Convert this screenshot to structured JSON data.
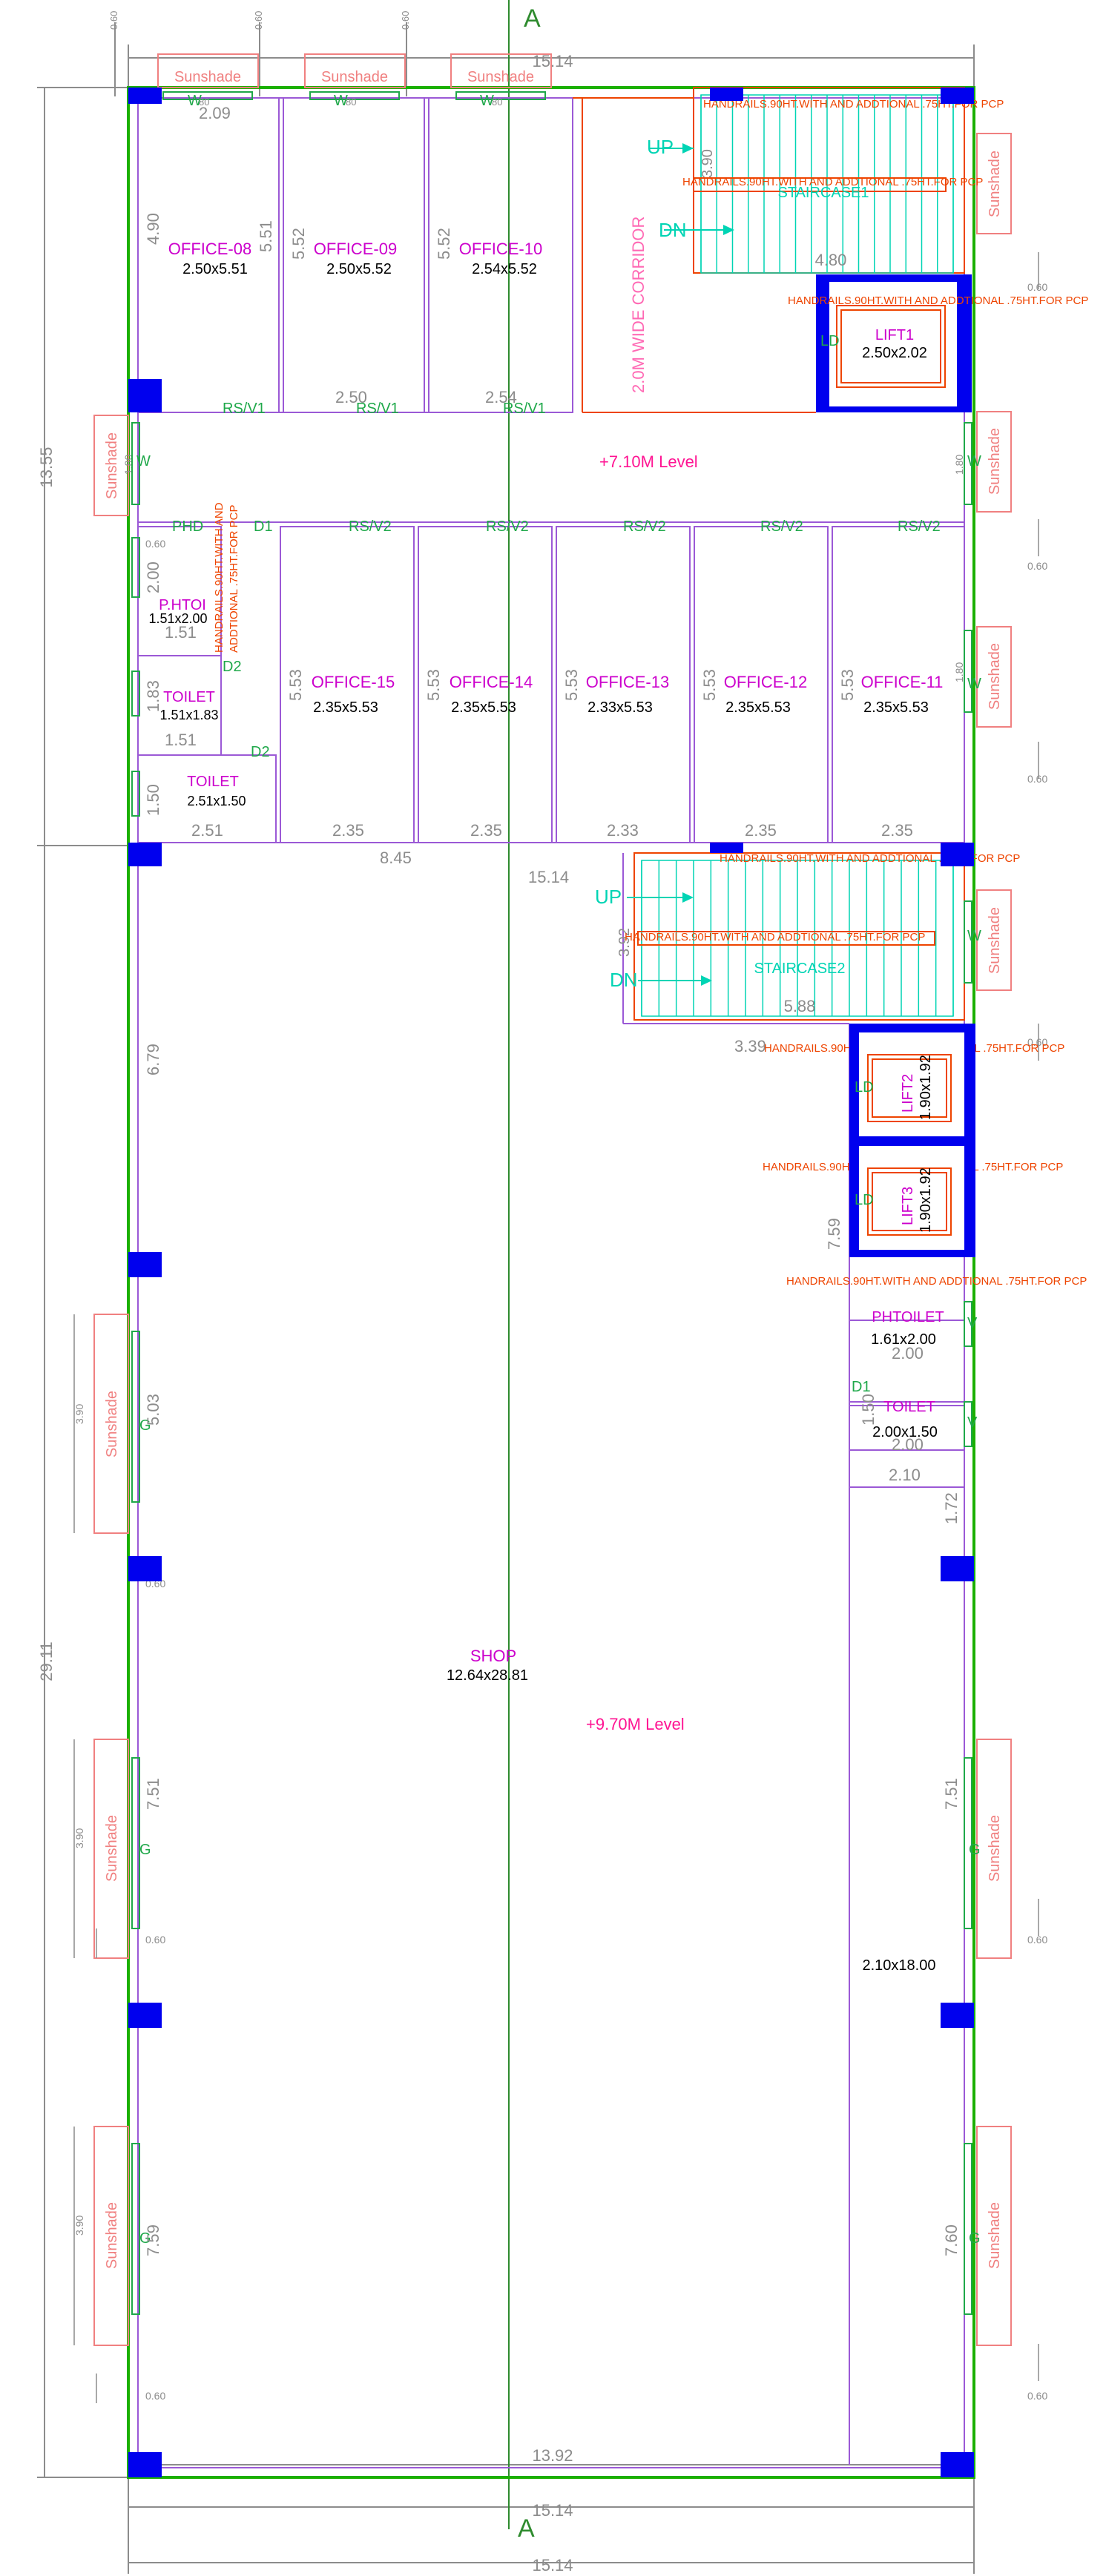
{
  "section_marker": {
    "top": "A",
    "bottom": "A"
  },
  "colors": {
    "wall": "#9b59d6",
    "outer_wall": "#1bb000",
    "column": "#0000ee",
    "dimension": "#8c8c8c",
    "room_label": "#cc00cc",
    "cyan": "#00d4b4",
    "green_label": "#1fa84a",
    "orange": "#ee4400",
    "sunshade": "#f08080",
    "level": "#ff1493",
    "axis": "#2e8b2e"
  },
  "top_dims": [
    "0.60",
    "0.60",
    "0.60",
    "15.14"
  ],
  "bottom_dims": [
    "13.92",
    "15.14",
    "15.14"
  ],
  "left_dims": [
    "13.55",
    "29.11"
  ],
  "sunshades": [
    "Sunshade",
    "Sunshade",
    "Sunshade",
    "Sunshade",
    "Sunshade",
    "Sunshade",
    "Sunshade",
    "Sunshade",
    "Sunshade",
    "Sunshade",
    "Sunshade",
    "Sunshade",
    "Sunshade"
  ],
  "rooms": {
    "office_08": {
      "name": "OFFICE-08",
      "size": "2.50x5.51",
      "dim_v": "4.90",
      "dim_v2": "5.51",
      "dim_h": "2.09"
    },
    "office_09": {
      "name": "OFFICE-09",
      "size": "2.50x5.52",
      "dim_v": "5.52",
      "dim_h": "2.50"
    },
    "office_10": {
      "name": "OFFICE-10",
      "size": "2.54x5.52",
      "dim_v": "5.52",
      "dim_h": "2.54"
    },
    "office_15": {
      "name": "OFFICE-15",
      "size": "2.35x5.53",
      "dim_v": "5.53",
      "dim_h": "2.35"
    },
    "office_14": {
      "name": "OFFICE-14",
      "size": "2.35x5.53",
      "dim_v": "5.53",
      "dim_h": "2.35"
    },
    "office_13": {
      "name": "OFFICE-13",
      "size": "2.33x5.53",
      "dim_v": "5.53",
      "dim_h": "2.33"
    },
    "office_12": {
      "name": "OFFICE-12",
      "size": "2.35x5.53",
      "dim_v": "5.53",
      "dim_h": "2.35"
    },
    "office_11": {
      "name": "OFFICE-11",
      "size": "2.35x5.53",
      "dim_v": "5.53",
      "dim_h": "2.35"
    },
    "phtoi": {
      "name": "P.HTOI",
      "size": "1.51x2.00",
      "dim_v": "2.00",
      "dim_h": "1.51"
    },
    "toilet_a": {
      "name": "TOILET",
      "size": "1.51x1.83",
      "dim_v": "1.83",
      "dim_h": "1.51"
    },
    "toilet_b": {
      "name": "TOILET",
      "size": "2.51x1.50",
      "dim_v": "1.50",
      "dim_h": "2.51"
    },
    "lift1": {
      "name": "LIFT1",
      "size": "2.50x2.02"
    },
    "lift2": {
      "name": "LIFT2",
      "size": "1.90x1.92"
    },
    "lift3": {
      "name": "LIFT3",
      "size": "1.90x1.92"
    },
    "phtoilet": {
      "name": "PHTOILET",
      "size": "1.61x2.00",
      "dim_h": "2.00"
    },
    "toilet_c": {
      "name": "TOILET",
      "size": "2.00x1.50",
      "dim_v": "1.50",
      "dim_h": "2.00"
    },
    "shop": {
      "name": "SHOP",
      "size": "12.64x28.81"
    },
    "strip": {
      "size": "2.10x18.00"
    }
  },
  "corridor": "2.0M WIDE CORRIDOR",
  "levels": {
    "upper": "+7.10M Level",
    "lower": "+9.70M Level"
  },
  "stair1": {
    "name": "STAIRCASE1",
    "up": "UP",
    "dn": "DN",
    "dim_w": "4.80",
    "dim_v": "3.90"
  },
  "stair2": {
    "name": "STAIRCASE2",
    "up": "UP",
    "dn": "DN",
    "dim_w": "5.88",
    "dim_v": "3.92",
    "dim_w2": "3.39"
  },
  "handrail_note": "HANDRAILS.90HT.WITH AND ADDTIONAL .75HT.FOR PCP",
  "handrail_note_alt": "HANDRAILS.90HT.WITH AND ADDTIONAL .75HT.FOR PCP",
  "handrail_vertical": [
    "HANDRAILS.90HT.WITH AND",
    "ADDTIONAL .75HT.FOR PCP"
  ],
  "tags": {
    "w": "W",
    "w80": "W",
    "w80_dim": "80",
    "rsv1": "RS/V1",
    "rsv2": "RS/V2",
    "phd": "PHD",
    "d1": "D1",
    "d2": "D2",
    "ld": "LD",
    "g": "G",
    "v": "V"
  },
  "mid_dims": {
    "w845": "8.45",
    "w1514": "15.14",
    "h679": "6.79",
    "h503": "5.03",
    "h751": "7.51",
    "h759": "7.59",
    "h760": "7.60",
    "h172": "1.72",
    "w210": "2.10",
    "h180": "1.80",
    "h390": "3.90",
    "d060": "0.60"
  }
}
